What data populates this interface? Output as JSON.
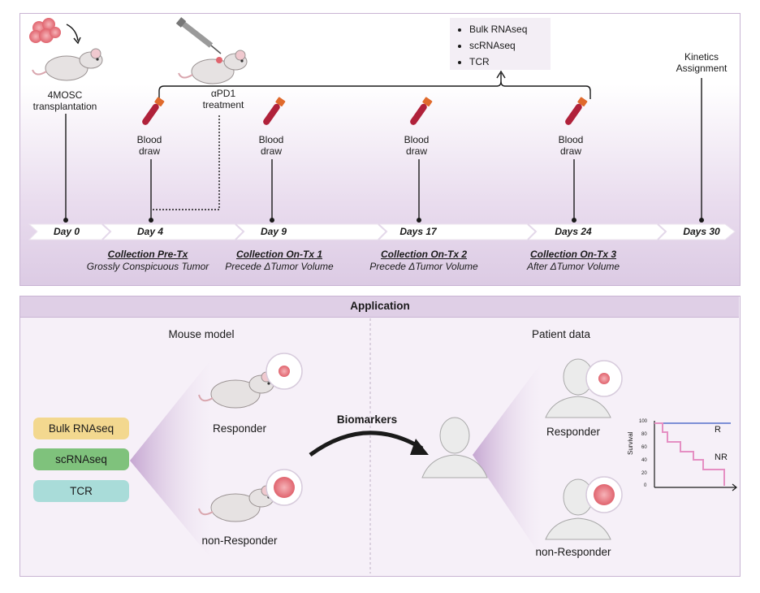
{
  "timeline": {
    "transplant_label_1": "4MOSC",
    "transplant_label_2": "transplantation",
    "treatment_label_1": "αPD1",
    "treatment_label_2": "treatment",
    "blood_draw_1": "Blood",
    "blood_draw_2": "draw",
    "kinetics_1": "Kinetics",
    "kinetics_2": "Assignment",
    "omics": [
      "Bulk RNAseq",
      "scRNAseq",
      "TCR"
    ],
    "days": [
      "Day 0",
      "Day 4",
      "Day 9",
      "Days 17",
      "Days 24",
      "Days 30"
    ],
    "collections": [
      {
        "title": "Collection Pre-Tx",
        "subtitle": "Grossly Conspicuous Tumor"
      },
      {
        "title": "Collection On-Tx 1",
        "subtitle": "Precede ΔTumor Volume"
      },
      {
        "title": "Collection On-Tx 2",
        "subtitle": "Precede ΔTumor Volume"
      },
      {
        "title": "Collection On-Tx 3",
        "subtitle": "After ΔTumor Volume"
      }
    ]
  },
  "application": {
    "title": "Application",
    "mouse_model": "Mouse model",
    "patient_data": "Patient data",
    "assays": [
      {
        "label": "Bulk RNAseq",
        "color": "#f3d88f"
      },
      {
        "label": "scRNAseq",
        "color": "#7fc27c"
      },
      {
        "label": "TCR",
        "color": "#a9dcd9"
      }
    ],
    "responder": "Responder",
    "non_responder": "non-Responder",
    "biomarkers": "Biomarkers",
    "survival": {
      "ylabel": "Survival",
      "yticks": [
        "100",
        "80",
        "60",
        "40",
        "20",
        "0"
      ],
      "r_label": "R",
      "nr_label": "NR",
      "r_color": "#7d8fd6",
      "nr_color": "#e58fc3"
    }
  }
}
